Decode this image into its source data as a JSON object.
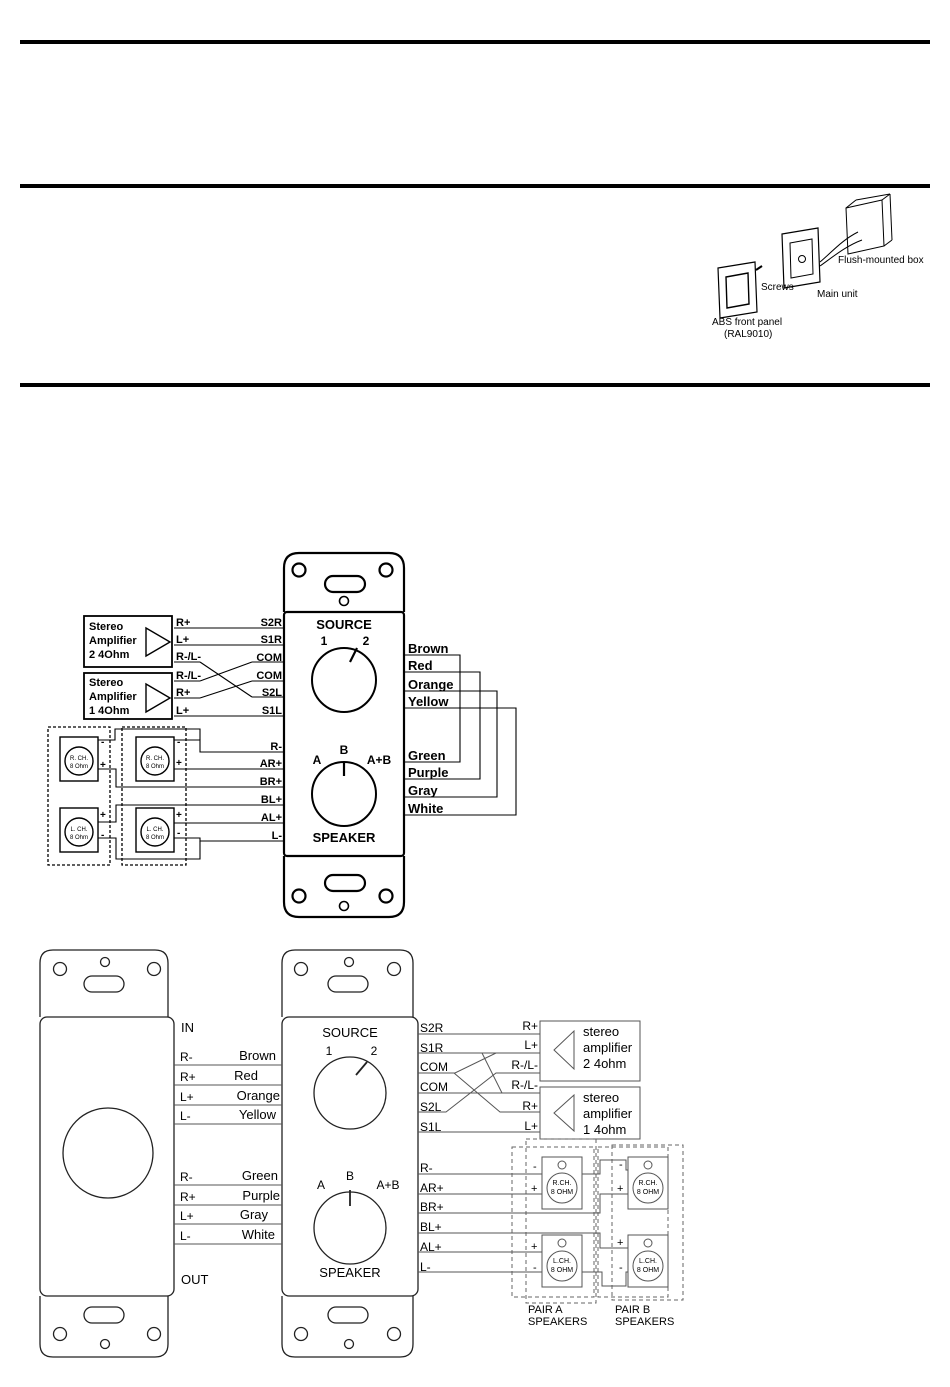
{
  "install": {
    "front_panel": "ABS front panel",
    "front_panel_note": "(RAL9010)",
    "screws": "Screws",
    "main_unit": "Main unit",
    "box": "Flush-mounted box"
  },
  "d1": {
    "source": "SOURCE",
    "pos1": "1",
    "pos2": "2",
    "speaker": "SPEAKER",
    "posA": "A",
    "posB": "B",
    "posAB": "A+B",
    "amp2": [
      "Stereo",
      "Amplifier",
      "2  4Ohm"
    ],
    "amp1": [
      "Stereo",
      "Amplifier",
      "1  4Ohm"
    ],
    "amp_left_labels": [
      "R+",
      "L+",
      "R-/L-",
      "R-/L-",
      "R+",
      "L+"
    ],
    "source_terms": [
      "S2R",
      "S1R",
      "COM",
      "COM",
      "S2L",
      "S1L"
    ],
    "speaker_terms": [
      "R-",
      "AR+",
      "BR+",
      "BL+",
      "AL+",
      "L-"
    ],
    "colors_top": [
      "Brown",
      "Red",
      "Orange",
      "Yellow"
    ],
    "colors_bottom": [
      "Green",
      "Purple",
      "Gray",
      "White"
    ],
    "spk_r": [
      "R. CH.",
      "8 Ohm"
    ],
    "spk_l": [
      "L. CH.",
      "8 Ohm"
    ],
    "plus": "+",
    "minus": "-"
  },
  "d2": {
    "in": "IN",
    "out": "OUT",
    "left_pol_top": [
      "R-",
      "R+",
      "L+",
      "L-"
    ],
    "colors_top": [
      "Brown",
      "Red",
      "Orange",
      "Yellow"
    ],
    "left_pol_bottom": [
      "R-",
      "R+",
      "L+",
      "L-"
    ],
    "colors_bottom": [
      "Green",
      "Purple",
      "Gray",
      "White"
    ],
    "source": "SOURCE",
    "pos1": "1",
    "pos2": "2",
    "speaker": "SPEAKER",
    "posA": "A",
    "posB": "B",
    "posAB": "A+B",
    "source_terms": [
      "S2R",
      "S1R",
      "COM",
      "COM",
      "S2L",
      "S1L"
    ],
    "amp_terms": [
      "R+",
      "L+",
      "R-/L-",
      "R-/L-",
      "R+",
      "L+"
    ],
    "amp2": [
      "stereo",
      "amplifier",
      "2  4ohm"
    ],
    "amp1": [
      "stereo",
      "amplifier",
      "1  4ohm"
    ],
    "speaker_terms": [
      "R-",
      "AR+",
      "BR+",
      "BL+",
      "AL+",
      "L-"
    ],
    "spk_r": [
      "R.CH.",
      "8 OHM"
    ],
    "spk_l": [
      "L.CH.",
      "8 OHM"
    ],
    "pair_a": [
      "PAIR A",
      "SPEAKERS"
    ],
    "pair_b": [
      "PAIR B",
      "SPEAKERS"
    ],
    "plus": "+",
    "minus": "-"
  }
}
